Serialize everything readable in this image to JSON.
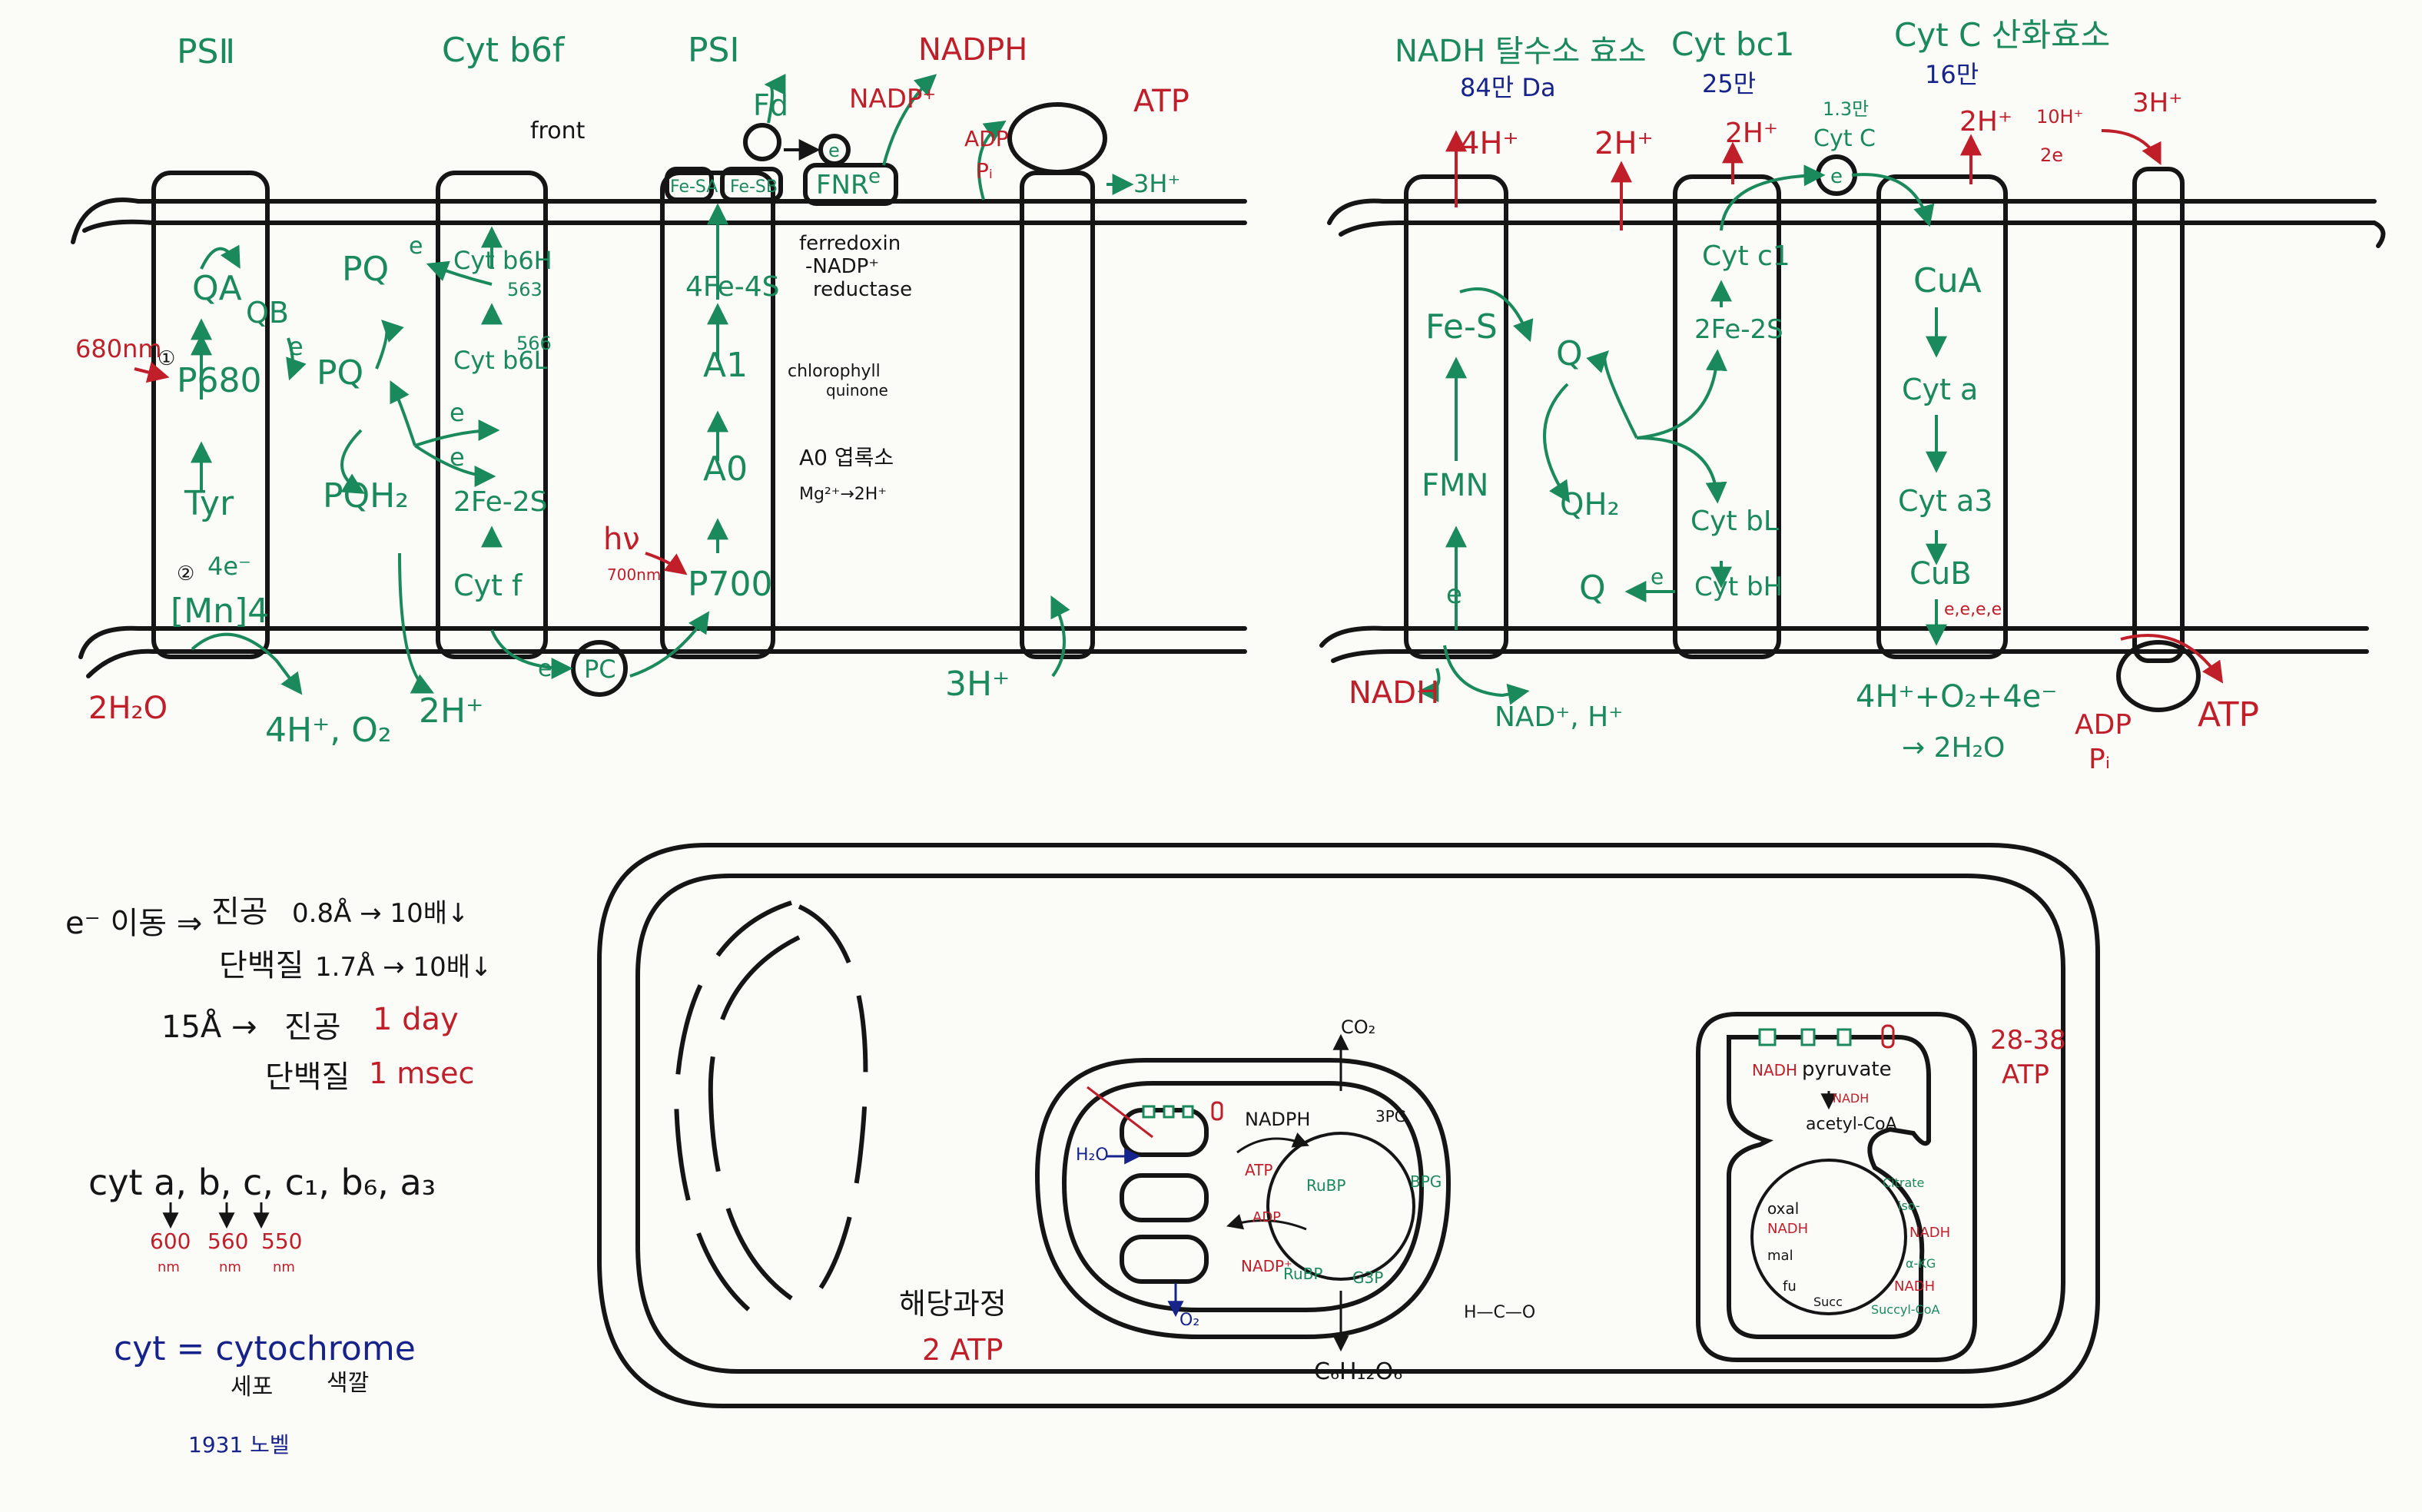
{
  "colors": {
    "green": "#1a8a5c",
    "red": "#c01f2a",
    "black": "#151515",
    "blue": "#16238a",
    "board": "#fbfbf8"
  },
  "chloroplast_chain": {
    "headers": {
      "psii": "PSⅡ",
      "cytb6f": "Cyt b6f",
      "cytb6f_note": "front",
      "psi": "PSⅠ",
      "nadph": "NADPH",
      "nadp_plus": "NADP⁺",
      "fd": "Fd",
      "atp": "ATP",
      "adp": "ADP",
      "pi": "Pᵢ",
      "h3_top": "3H⁺"
    },
    "psii": {
      "qa": "QA",
      "qb": "QB",
      "p680": "P680",
      "wavelength": "680nm",
      "tyr": "Tyr",
      "mn": "[Mn]4",
      "four_e": "4e⁻",
      "step1": "①",
      "step2": "②",
      "water": "2H₂O",
      "products": "4H⁺, O₂"
    },
    "pool": {
      "pq_top": "PQ",
      "pq_mid": "PQ",
      "pqh2": "PQH₂",
      "e1": "e",
      "e2": "e",
      "e3": "e",
      "h2_bottom": "2H⁺"
    },
    "cytb6f": {
      "b6h": "Cyt b6H",
      "b6h_nm": "563",
      "b6l": "Cyt b6L",
      "b6l_nm": "566",
      "fes": "2Fe-2S",
      "cytf": "Cyt f",
      "e_label": "e",
      "pc": "PC",
      "pc_e": "e"
    },
    "psi": {
      "fesa": "Fe-SA",
      "fesb": "Fe-SB",
      "fnr": "FNR",
      "fnr_e": "e",
      "fe4s4": "4Fe-4S",
      "a1": "A1",
      "a0": "A0",
      "p700": "P700",
      "hv": "hν",
      "hv_nm": "700nm",
      "ferredoxin_line1": "ferredoxin",
      "ferredoxin_line2": "-NADP⁺",
      "ferredoxin_line3": "reductase",
      "chloro_line1": "chlorophyll",
      "chloro_line2": "quinone",
      "a0_note": "A0 엽록소",
      "mg_note": "Mg²⁺→2H⁺"
    },
    "atp_synthase": {
      "h3_right": "3H⁺",
      "h3_bottom": "3H⁺"
    }
  },
  "mito_chain": {
    "headers": {
      "nadh_dh": "NADH 탈수소 효소",
      "nadh_dh_mass": "84만 Da",
      "cytbc1": "Cyt bc1",
      "cytbc1_mass": "25만",
      "cytc_ox": "Cyt C 산화효소",
      "cytc_ox_mass": "16만",
      "cytc_mass": "1.3만",
      "cytc": "Cyt C"
    },
    "protons": {
      "h4": "4H⁺",
      "h2a": "2H⁺",
      "h2b": "2H⁺",
      "h2c": "2H⁺",
      "h10": "10H⁺",
      "e2": "2e",
      "h3": "3H⁺"
    },
    "complex1": {
      "fes": "Fe-S",
      "fmn": "FMN",
      "e": "e",
      "nadh": "NADH",
      "nad_plus": "NAD⁺, H⁺"
    },
    "quinone": {
      "q_top": "Q",
      "qh2": "QH₂",
      "q_bottom": "Q",
      "e_bottom": "e"
    },
    "complex3": {
      "cytc1": "Cyt c1",
      "fes": "2Fe-2S",
      "cytbl": "Cyt bL",
      "cytbh": "Cyt bH"
    },
    "complex4": {
      "cua": "CuA",
      "cyta": "Cyt a",
      "cyta3": "Cyt a3",
      "cub": "CuB",
      "es": "e,e,e,e",
      "reaction": "4H⁺+O₂+4e⁻",
      "product": "→ 2H₂O"
    },
    "atp_synthase": {
      "adp": "ADP",
      "pi": "Pᵢ",
      "atp": "ATP"
    },
    "e_cytc": "e"
  },
  "notes": {
    "line1_a": "e⁻ 이동 ⇒",
    "line1_b": "진공",
    "line1_c": "0.8Å → 10배↓",
    "line2_a": "단백질",
    "line2_b": "1.7Å → 10배↓",
    "line3_a": "15Å →",
    "line3_b": "진공",
    "line3_c": "1 day",
    "line4_a": "단백질",
    "line4_b": "1 msec",
    "cyt_list": "cyt  a, b, c, c₁, b₆, a₃",
    "nm_600": "600",
    "nm_560": "560",
    "nm_550": "550",
    "nm_unit": "nm",
    "cyt_def": "cyt = cytochrome",
    "cyt_sub1": "세포",
    "cyt_sub2": "색깔",
    "year": "1931 노벨"
  },
  "cell": {
    "glycolysis": "해당과정",
    "glycolysis_atp": "2 ATP",
    "chloro": {
      "co2": "CO₂",
      "h2o": "H₂O",
      "o2": "O₂",
      "nadph": "NADPH",
      "atp": "ATP",
      "adp": "ADP",
      "nadp": "NADP⁺",
      "rubp": "RuBP",
      "rubp2": "RuBP",
      "pg3": "3PG",
      "bpg": "BPG",
      "g3p": "G3P",
      "glucose": "C₆H₁₂O₆"
    },
    "mito": {
      "atp": "28-38",
      "atp2": "ATP",
      "nadh": "NADH",
      "pyruvate": "pyruvate",
      "nadh2": "NADH",
      "acetyl": "acetyl-CoA",
      "citrate": "Citrate",
      "iso": "iso-",
      "oxal": "oxal",
      "nadh3": "NADH",
      "mal": "mal",
      "fu": "fu",
      "succ": "Succ",
      "akg": "α-KG",
      "nadh4": "NADH",
      "nadh5": "NADH",
      "succoa": "Succyl-CoA"
    },
    "side_label": "H—C—O"
  }
}
